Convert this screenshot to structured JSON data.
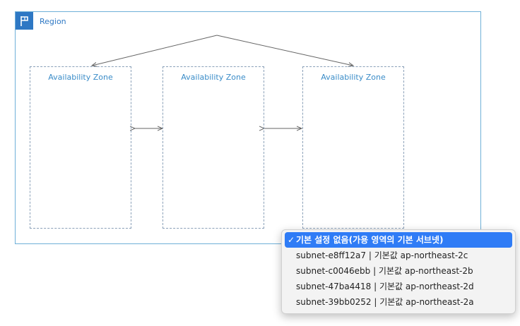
{
  "region": {
    "label": "Region",
    "icon": "flag-icon"
  },
  "zones": [
    {
      "label": "Availability Zone"
    },
    {
      "label": "Availability Zone"
    },
    {
      "label": "Availability Zone"
    }
  ],
  "dropdown": {
    "items": [
      {
        "label": "기본 설정 없음(가용 영역의 기본 서브넷)",
        "selected": true
      },
      {
        "label": "subnet-e8ff12a7 | 기본값 ap-northeast-2c",
        "selected": false
      },
      {
        "label": "subnet-c0046ebb | 기본값 ap-northeast-2b",
        "selected": false
      },
      {
        "label": "subnet-47ba4418 | 기본값 ap-northeast-2d",
        "selected": false
      },
      {
        "label": "subnet-39bb0252 | 기본값 ap-northeast-2a",
        "selected": false
      }
    ]
  },
  "colors": {
    "accent": "#2e78c4",
    "selection": "#2f7cf6"
  }
}
